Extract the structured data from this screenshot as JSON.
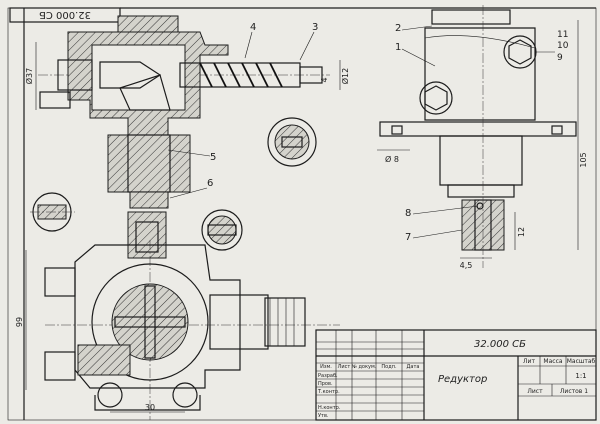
{
  "stamp": {
    "code_rotated": "32.000 СБ"
  },
  "callouts": {
    "n1": "1",
    "n2": "2",
    "n3": "3",
    "n4": "4",
    "n5": "5",
    "n6": "6",
    "n7": "7",
    "n8": "8",
    "n9": "9",
    "n10": "10",
    "n11": "11"
  },
  "dimensions": {
    "d37": "Ø37",
    "d12": "Ø12",
    "d4": "4",
    "d8": "Ø 8",
    "d105": "105",
    "d12v": "12",
    "d45": "4,5",
    "d99": "99",
    "d30": "30"
  },
  "title_block": {
    "code": "32.000 СБ",
    "name": "Редуктор",
    "col_lit": "Лит",
    "col_mass": "Масса",
    "col_scale": "Масштаб",
    "scale": "1:1",
    "sheet": "Лист",
    "sheets": "Листов 1",
    "h_izm": "Изм.",
    "h_list": "Лист",
    "h_doc": "№ докум.",
    "h_sign": "Подп.",
    "h_date": "Дата",
    "r_razrab": "Разраб.",
    "r_prov": "Пров.",
    "r_tkontr": "Т.контр.",
    "r_nkontr": "Н.контр.",
    "r_utv": "Утв."
  }
}
